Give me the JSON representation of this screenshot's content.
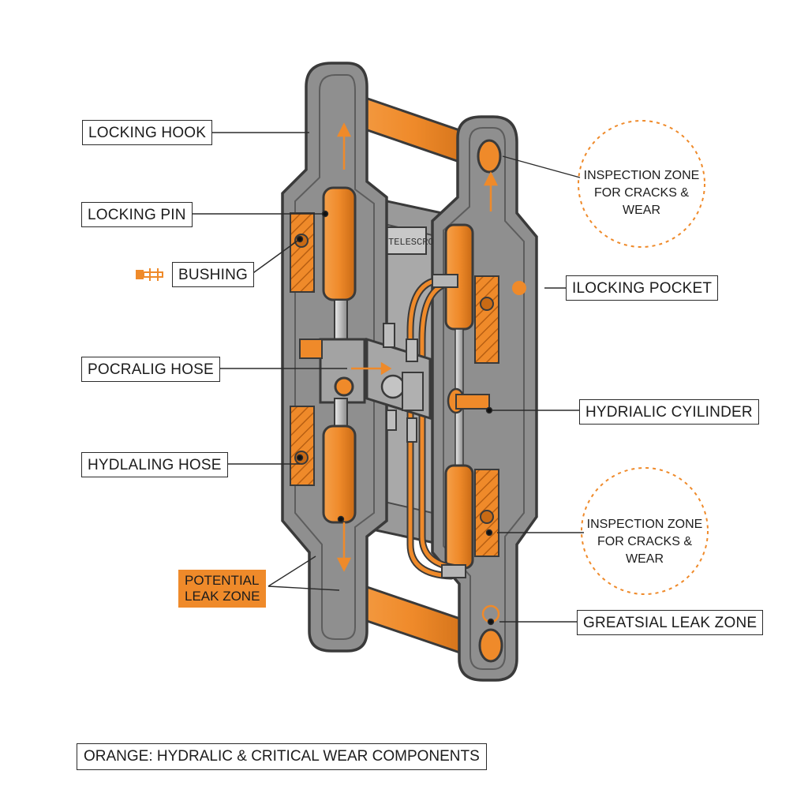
{
  "labels": {
    "locking_hook": "LOCKING HOOK",
    "locking_pin": "LOCKING PIN",
    "bushing": "BUSHING",
    "pocralig_hose": "POCRALIG HOSE",
    "hydlaling_hose": "HYDLALING HOSE",
    "potential_leak_zone_line1": "POTENTIAL",
    "potential_leak_zone_line2": "LEAK ZONE",
    "locking_pocket": "LOCKING POCKET",
    "locking_pocket_prefix": "I",
    "hydraulic_cylinder": "HYDRIALIC CYILINDER",
    "greatsial_leak_zone": "GREATSIAL LEAK ZONE",
    "inspection_zone_top_line1": "INSPECTION ZONE",
    "inspection_zone_top_line2": "FOR CRACKS & WEAR",
    "inspection_zone_bottom_line1": "INSPECTION ZONE",
    "inspection_zone_bottom_line2": "FOR CRACKS & WEAR",
    "plate_text": "TELESCRO"
  },
  "legend": "ORANGE: HYDRALIC & CRITICAL WEAR COMPONENTS",
  "colors": {
    "orange": "#ef8a2a",
    "steel": "#8f8f8f",
    "steel_dark": "#6e6e6e",
    "outline": "#3a3a3a"
  },
  "icons": [
    "bushing-icon"
  ]
}
